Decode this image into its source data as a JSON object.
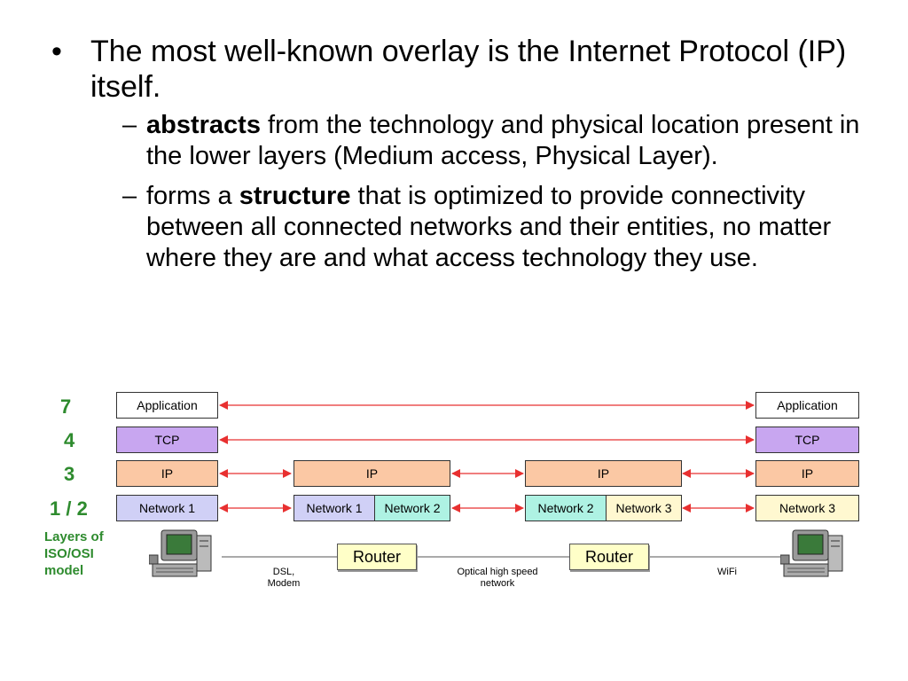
{
  "slide": {
    "bullet": "The most well-known overlay is the Internet Protocol (IP) itself.",
    "sub1": {
      "dash": "–",
      "bold": "abstracts",
      "rest": " from the technology and physical location present in the lower layers (Medium access, Physical Layer)."
    },
    "sub2": {
      "dash": "–",
      "pre": "forms a ",
      "bold": "structure",
      "rest": " that is optimized to provide connectivity between all connected networks and their entities, no matter where they are and what access technology they use."
    }
  },
  "diagram": {
    "layers": [
      "7",
      "4",
      "3",
      "1 / 2"
    ],
    "legend": [
      "Layers of",
      "ISO/OSI",
      "model"
    ],
    "left_stack": {
      "app": "Application",
      "tcp": "TCP",
      "ip": "IP",
      "net": "Network 1"
    },
    "router1_stack": {
      "ip": "IP",
      "net_a": "Network 1",
      "net_b": "Network 2"
    },
    "router2_stack": {
      "ip": "IP",
      "net_a": "Network 2",
      "net_b": "Network 3"
    },
    "right_stack": {
      "app": "Application",
      "tcp": "TCP",
      "ip": "IP",
      "net": "Network 3"
    },
    "routers": [
      "Router",
      "Router"
    ],
    "links": {
      "left": "DSL,\nModem",
      "middle": "Optical high speed\nnetwork",
      "right": "WiFi"
    },
    "colors": {
      "arrow": "#e83030",
      "layer_label": "#2e8b2e"
    }
  }
}
